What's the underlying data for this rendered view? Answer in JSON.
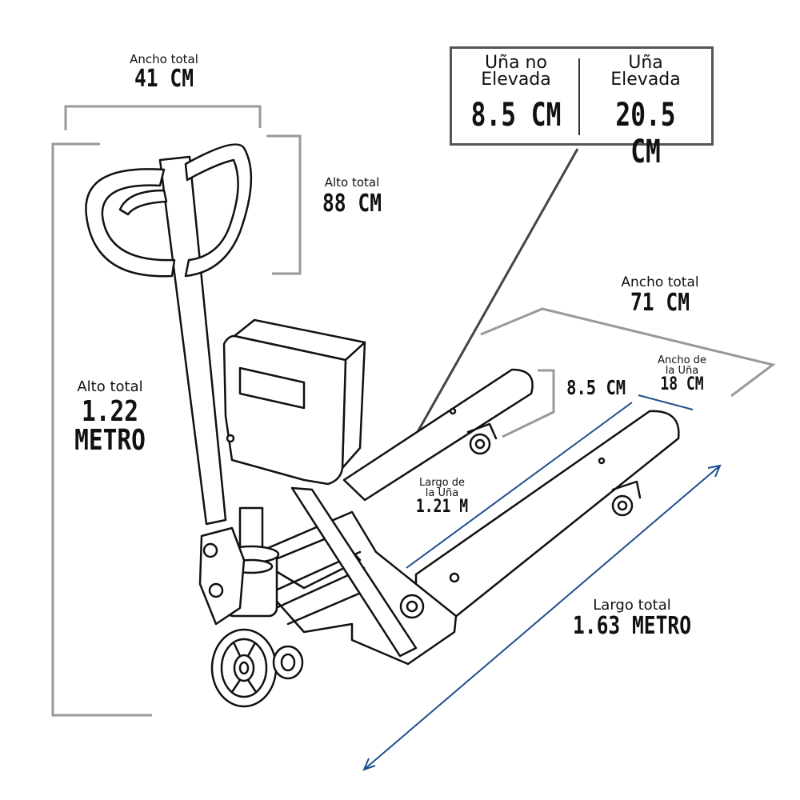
{
  "colors": {
    "dimension_line": "#999999",
    "blue_arrow": "#1f4e8c",
    "outline": "#111111"
  },
  "dimensions": {
    "handle_width": {
      "label": "Ancho total",
      "value": "41 CM"
    },
    "handle_height": {
      "label": "Alto total",
      "value": "88 CM"
    },
    "total_height": {
      "label": "Alto total",
      "value_line1": "1.22",
      "value_line2": "METRO"
    },
    "total_width": {
      "label": "Ancho total",
      "value": "71 CM"
    },
    "fork_thickness": {
      "value": "8.5 CM"
    },
    "fork_width": {
      "label_line1": "Ancho de",
      "label_line2": "la Uña",
      "value": "18 CM"
    },
    "fork_length": {
      "label_line1": "Largo de",
      "label_line2": "la Uña",
      "value": "1.21 M"
    },
    "total_length": {
      "label": "Largo total",
      "value": "1.63 METRO"
    }
  },
  "spec_box": {
    "lowered": {
      "label_line1": "Uña no",
      "label_line2": "Elevada",
      "value": "8.5 CM"
    },
    "raised": {
      "label_line1": "Uña",
      "label_line2": "Elevada",
      "value": "20.5 CM"
    }
  }
}
